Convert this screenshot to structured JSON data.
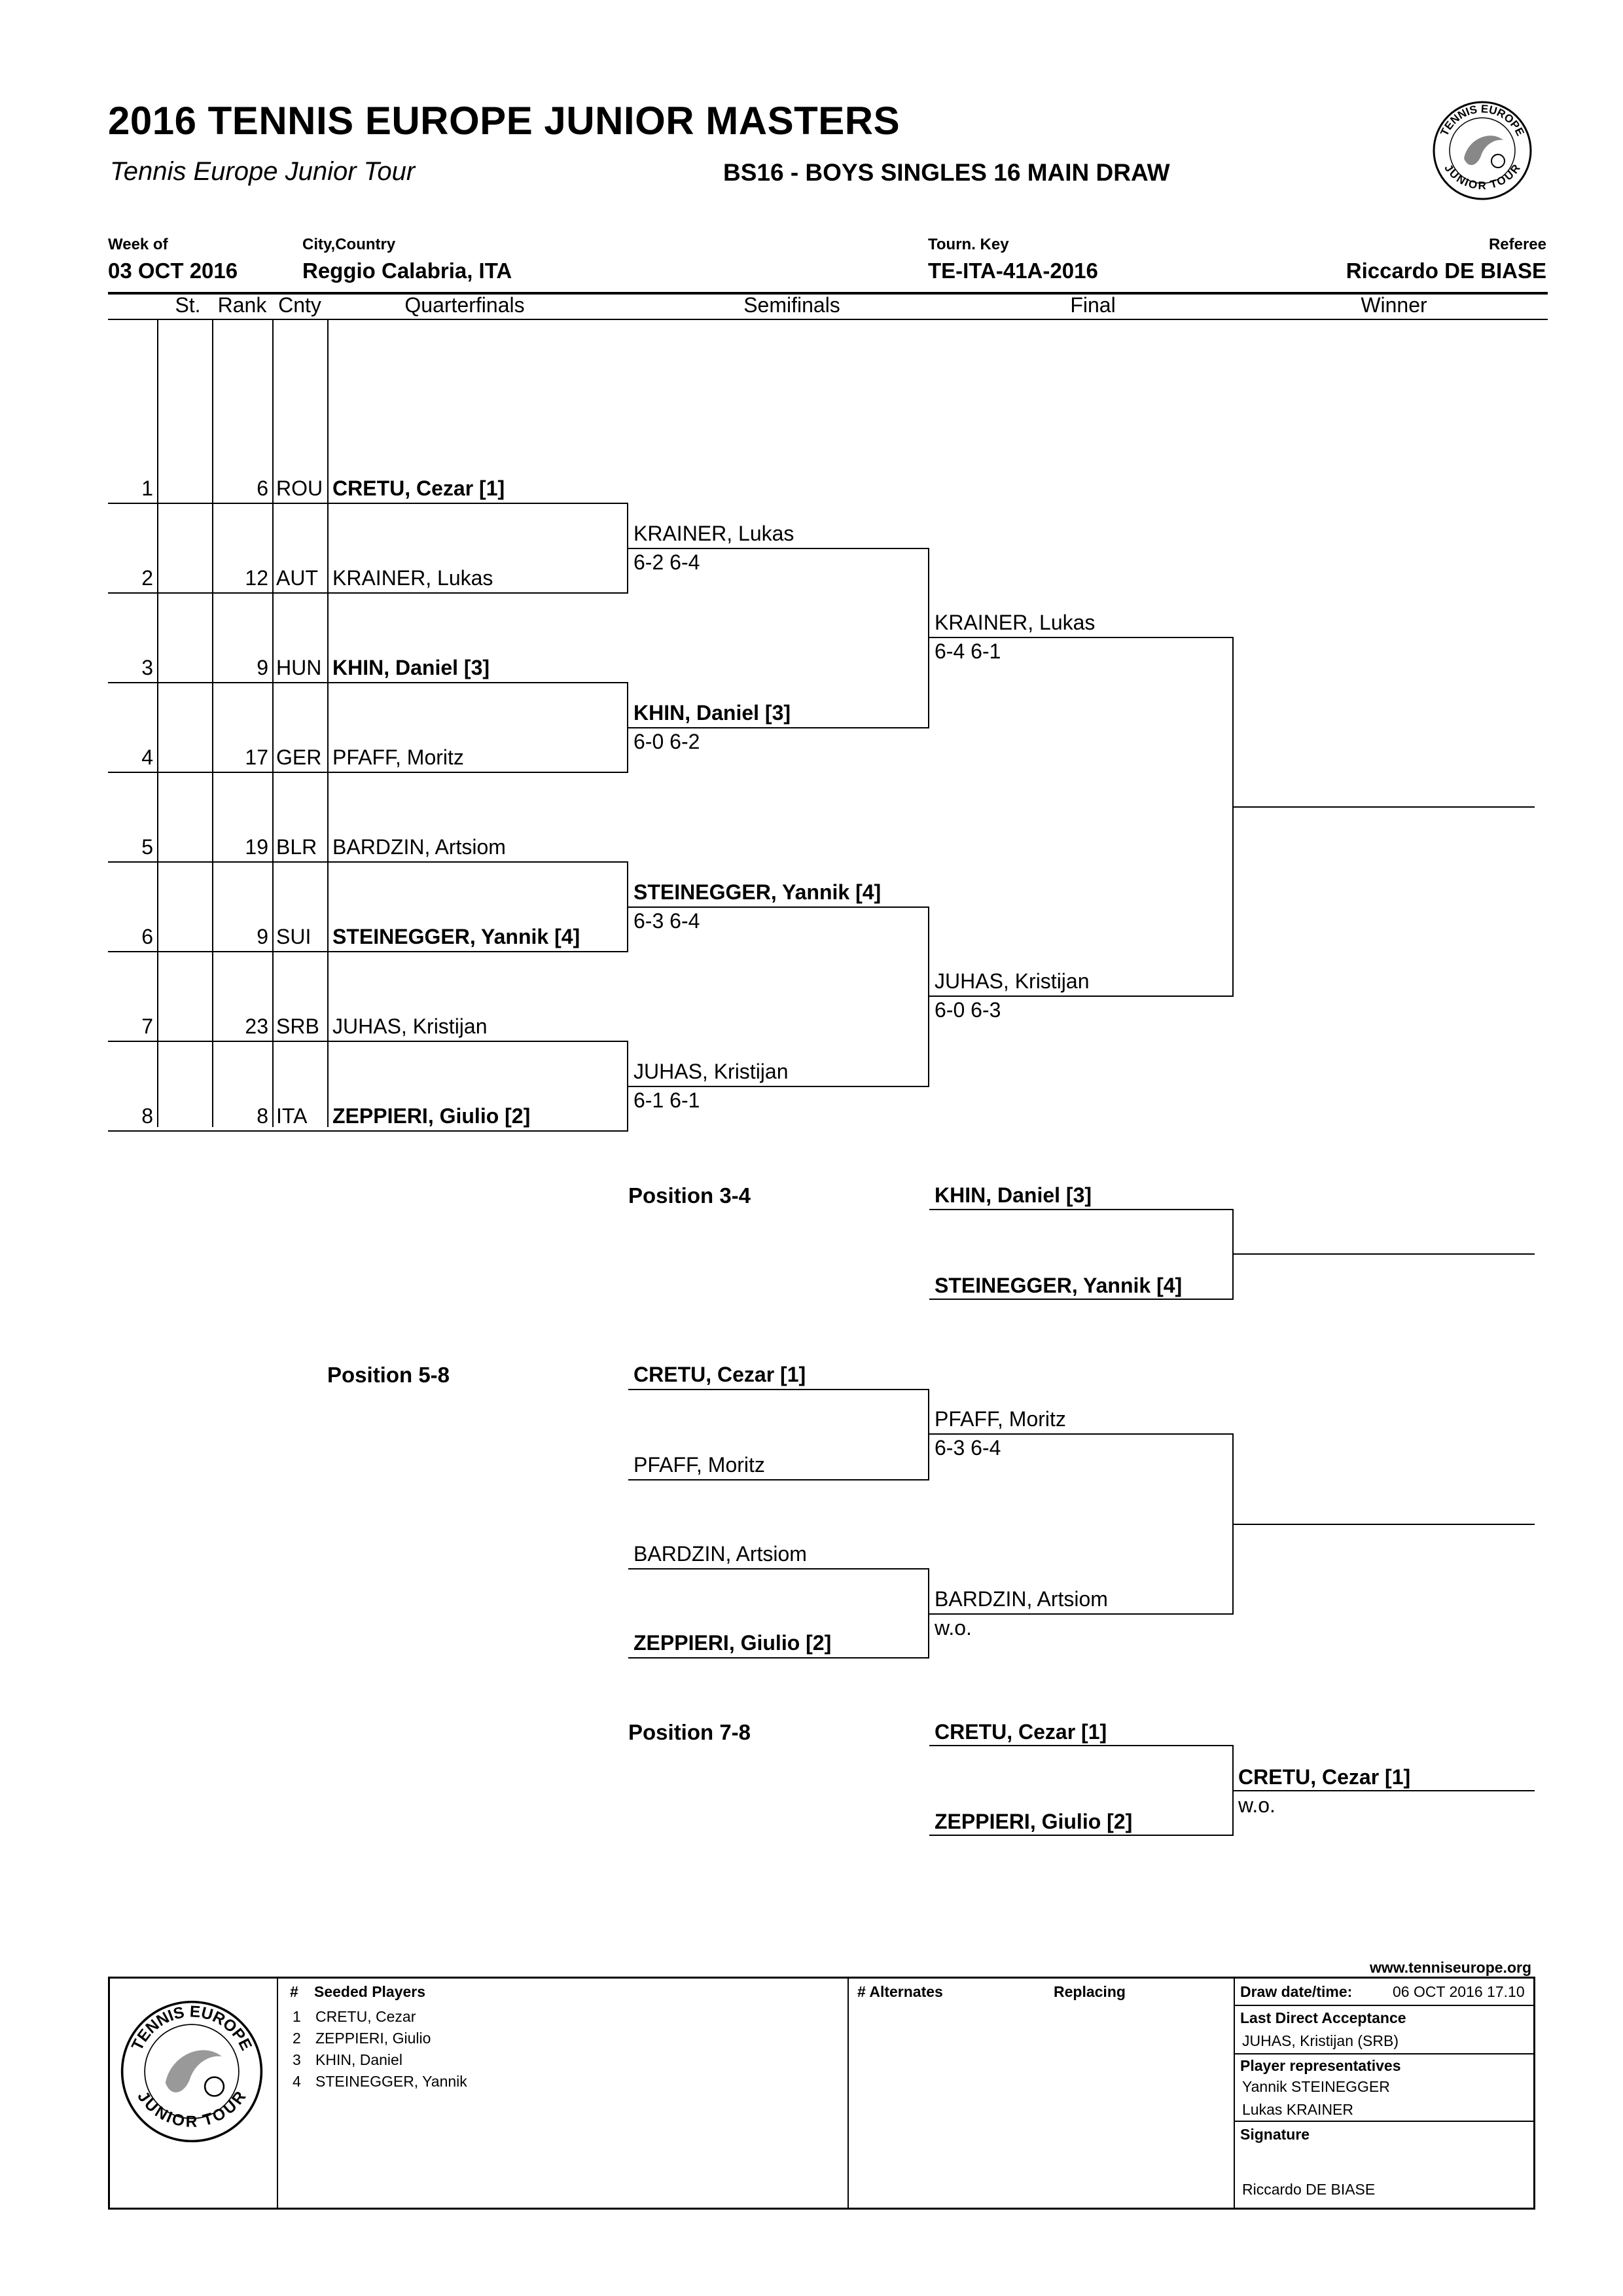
{
  "header": {
    "title": "2016 TENNIS EUROPE JUNIOR MASTERS",
    "subtitle": "Tennis Europe Junior Tour",
    "event": "BS16 - BOYS SINGLES 16 MAIN DRAW",
    "week_label": "Week of",
    "week_value": "03 OCT 2016",
    "city_label": "City,Country",
    "city_value": "Reggio Calabria, ITA",
    "key_label": "Tourn. Key",
    "key_value": "TE-ITA-41A-2016",
    "referee_label": "Referee",
    "referee_value": "Riccardo DE BIASE"
  },
  "columns": {
    "st": "St.",
    "rank": "Rank",
    "cnty": "Cnty",
    "qf": "Quarterfinals",
    "sf": "Semifinals",
    "final": "Final",
    "winner": "Winner"
  },
  "entries": [
    {
      "pos": "1",
      "rank": "6",
      "cnty": "ROU",
      "name": "CRETU, Cezar [1]",
      "seeded": true
    },
    {
      "pos": "2",
      "rank": "12",
      "cnty": "AUT",
      "name": "KRAINER, Lukas",
      "seeded": false
    },
    {
      "pos": "3",
      "rank": "9",
      "cnty": "HUN",
      "name": "KHIN, Daniel [3]",
      "seeded": true
    },
    {
      "pos": "4",
      "rank": "17",
      "cnty": "GER",
      "name": "PFAFF, Moritz",
      "seeded": false
    },
    {
      "pos": "5",
      "rank": "19",
      "cnty": "BLR",
      "name": "BARDZIN, Artsiom",
      "seeded": false
    },
    {
      "pos": "6",
      "rank": "9",
      "cnty": "SUI",
      "name": "STEINEGGER, Yannik [4]",
      "seeded": true
    },
    {
      "pos": "7",
      "rank": "23",
      "cnty": "SRB",
      "name": "JUHAS, Kristijan",
      "seeded": false
    },
    {
      "pos": "8",
      "rank": "8",
      "cnty": "ITA",
      "name": "ZEPPIERI, Giulio [2]",
      "seeded": true
    }
  ],
  "semifinalists": [
    {
      "name": "KRAINER, Lukas",
      "score": "6-2 6-4",
      "seeded": false
    },
    {
      "name": "KHIN, Daniel [3]",
      "score": "6-0 6-2",
      "seeded": true
    },
    {
      "name": "STEINEGGER, Yannik [4]",
      "score": "6-3 6-4",
      "seeded": true
    },
    {
      "name": "JUHAS, Kristijan",
      "score": "6-1 6-1",
      "seeded": false
    }
  ],
  "finalists": [
    {
      "name": "KRAINER, Lukas",
      "score": "6-4 6-1"
    },
    {
      "name": "JUHAS, Kristijan",
      "score": "6-0 6-3"
    }
  ],
  "position_3_4": {
    "label": "Position 3-4",
    "player1": "KHIN, Daniel [3]",
    "player2": "STEINEGGER, Yannik [4]"
  },
  "position_5_8": {
    "label": "Position 5-8",
    "entries": [
      "CRETU, Cezar [1]",
      "PFAFF, Moritz",
      "BARDZIN, Artsiom",
      "ZEPPIERI, Giulio [2]"
    ],
    "winners": [
      {
        "name": "PFAFF, Moritz",
        "score": "6-3 6-4"
      },
      {
        "name": "BARDZIN, Artsiom",
        "score": "w.o."
      }
    ]
  },
  "position_7_8": {
    "label": "Position 7-8",
    "player1": "CRETU, Cezar [1]",
    "player2": "ZEPPIERI, Giulio [2]",
    "winner": "CRETU, Cezar [1]",
    "score": "w.o."
  },
  "footer": {
    "website": "www.tenniseurope.org",
    "seeded_hash": "#",
    "seeded_title": "Seeded Players",
    "seeded": [
      {
        "n": "1",
        "name": "CRETU, Cezar"
      },
      {
        "n": "2",
        "name": "ZEPPIERI, Giulio"
      },
      {
        "n": "3",
        "name": "KHIN, Daniel"
      },
      {
        "n": "4",
        "name": "STEINEGGER, Yannik"
      }
    ],
    "alternates_title": "# Alternates",
    "replacing_title": "Replacing",
    "draw_date_label": "Draw date/time:",
    "draw_date_value": "06 OCT 2016 17.10",
    "lda_label": "Last Direct Acceptance",
    "lda_value": "JUHAS, Kristijan (SRB)",
    "reps_label": "Player representatives",
    "reps": [
      "Yannik STEINEGGER",
      "Lukas KRAINER"
    ],
    "signature_label": "Signature",
    "signature_value": "Riccardo DE BIASE"
  },
  "logo": {
    "text_top": "TENNIS EUROPE",
    "text_bottom": "JUNIOR TOUR"
  }
}
